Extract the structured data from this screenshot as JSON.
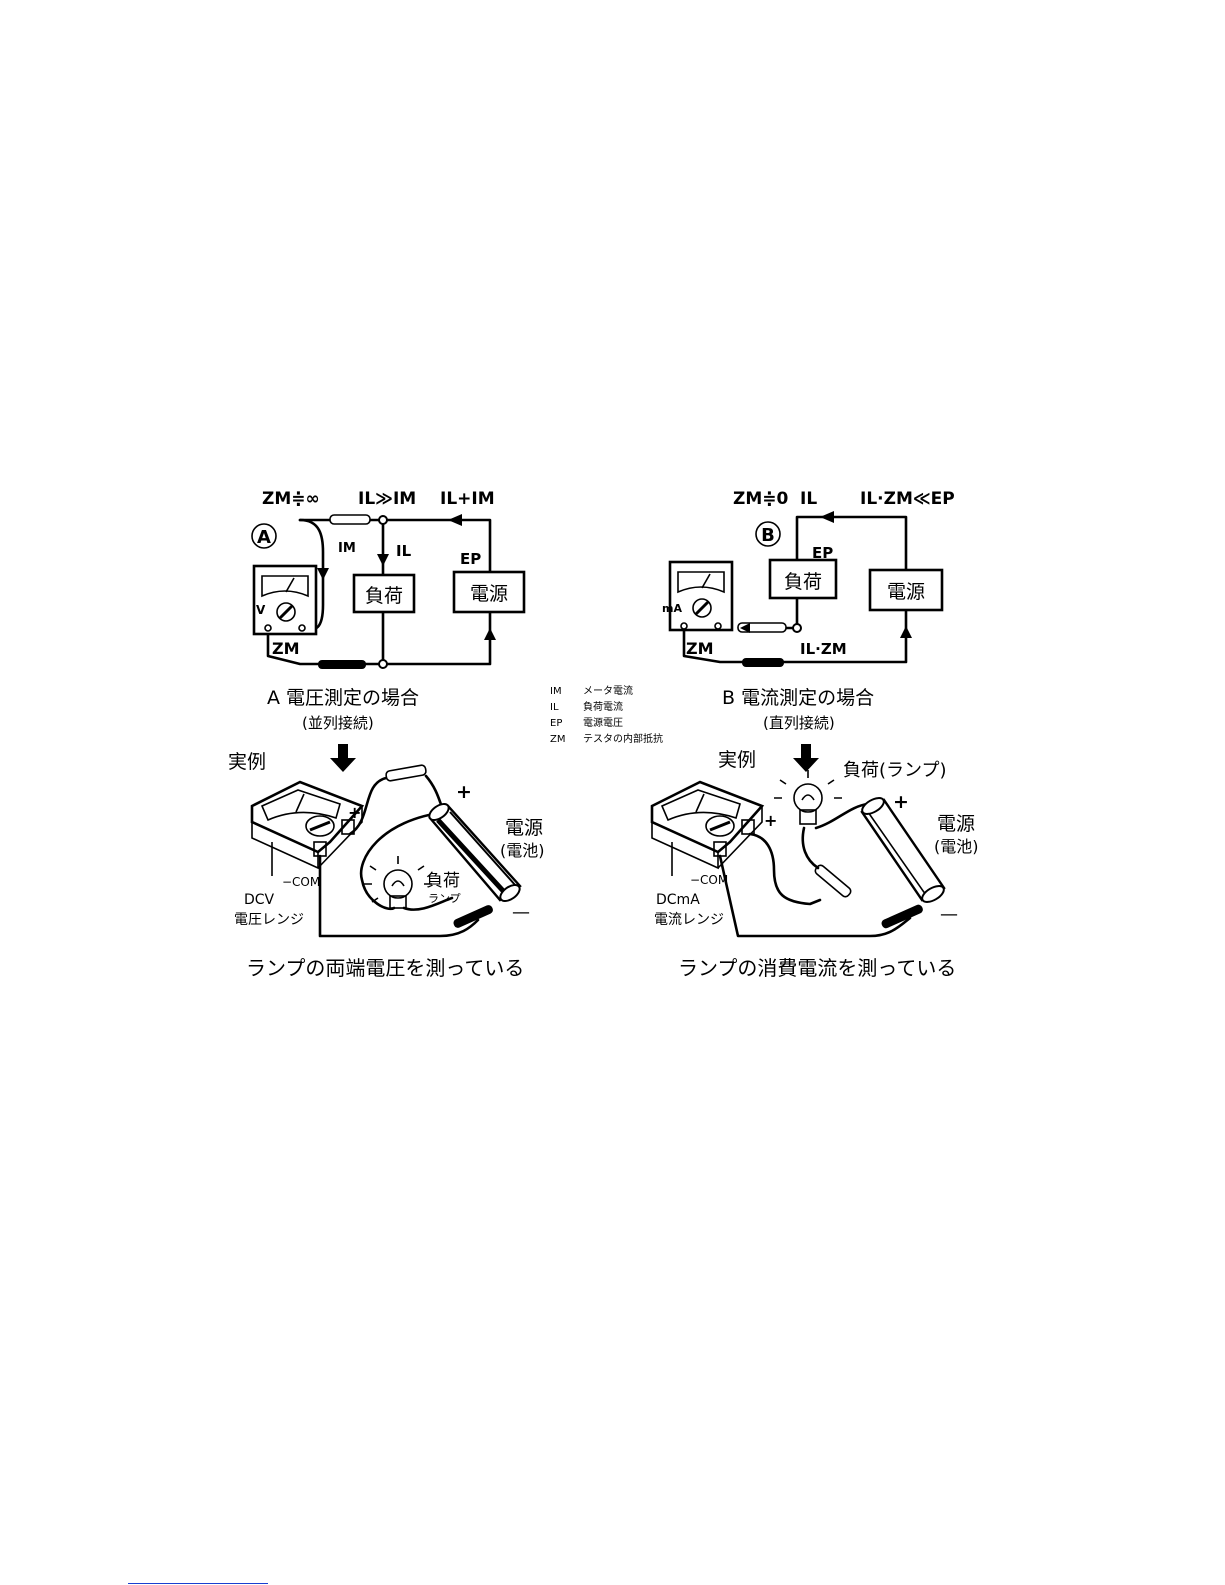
{
  "diagram_a": {
    "tag": "A",
    "zm": "ZM≑∞",
    "il_im": "IL≫IM",
    "il_plus_im": "IL+IM",
    "im": "IM",
    "il": "IL",
    "ep": "EP",
    "zm_label": "ZM",
    "v": "V",
    "load": "負荷",
    "source": "電源",
    "caption": "A 電圧測定の場合",
    "subcaption": "(並列接続)"
  },
  "diagram_b": {
    "tag": "B",
    "zm": "ZM≑0",
    "il": "IL",
    "il_zm_ep": "IL·ZM≪EP",
    "ep": "EP",
    "ma": "mA",
    "zm_label": "ZM",
    "il_zm": "IL·ZM",
    "load": "負荷",
    "source": "電源",
    "caption": "B 電流測定の場合",
    "subcaption": "(直列接続)"
  },
  "legend": [
    {
      "sym": "IM",
      "desc": "メータ電流"
    },
    {
      "sym": "IL",
      "desc": "負荷電流"
    },
    {
      "sym": "EP",
      "desc": "電源電圧"
    },
    {
      "sym": "ZM",
      "desc": "テスタの内部抵抗"
    }
  ],
  "example_a": {
    "label": "実例",
    "plus": "+",
    "minus": "—",
    "com": "−COM",
    "range_1": "DCV",
    "range_2": "電圧レンジ",
    "load_1": "負荷",
    "load_2": "ランプ",
    "source_1": "電源",
    "source_2": "(電池)",
    "caption": "ランプの両端電圧を測っている"
  },
  "example_b": {
    "label": "実例",
    "load": "負荷(ランプ)",
    "plus_meter": "+",
    "plus_batt": "+",
    "minus": "—",
    "com": "−COM",
    "range_1": "DCmA",
    "range_2": "電流レンジ",
    "source_1": "電源",
    "source_2": "(電池)",
    "caption": "ランプの消費電流を測っている"
  }
}
